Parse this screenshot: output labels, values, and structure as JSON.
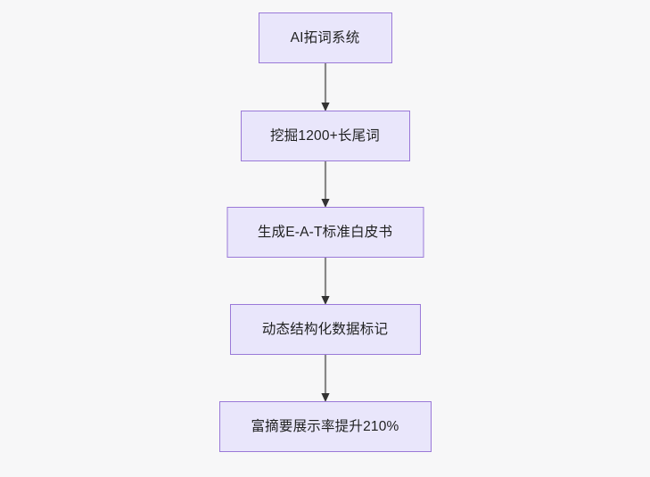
{
  "diagram": {
    "type": "flowchart",
    "direction": "top-to-bottom",
    "background_color": "#f7f7f8",
    "node_fill_color": "#e9e6fb",
    "node_border_color": "#9a79d8",
    "node_text_color": "#1f2020",
    "edge_color": "#888888",
    "arrowhead_color": "#333333",
    "nodes": [
      {
        "id": "n0",
        "label": "AI拓词系统"
      },
      {
        "id": "n1",
        "label": "挖掘1200+长尾词"
      },
      {
        "id": "n2",
        "label": "生成E-A-T标准白皮书"
      },
      {
        "id": "n3",
        "label": "动态结构化数据标记"
      },
      {
        "id": "n4",
        "label": "富摘要展示率提升210%"
      }
    ],
    "edges": [
      {
        "id": "e0",
        "from": "n0",
        "to": "n1",
        "label": ""
      },
      {
        "id": "e1",
        "from": "n1",
        "to": "n2",
        "label": ""
      },
      {
        "id": "e2",
        "from": "n2",
        "to": "n3",
        "label": ""
      },
      {
        "id": "e3",
        "from": "n3",
        "to": "n4",
        "label": ""
      }
    ]
  }
}
